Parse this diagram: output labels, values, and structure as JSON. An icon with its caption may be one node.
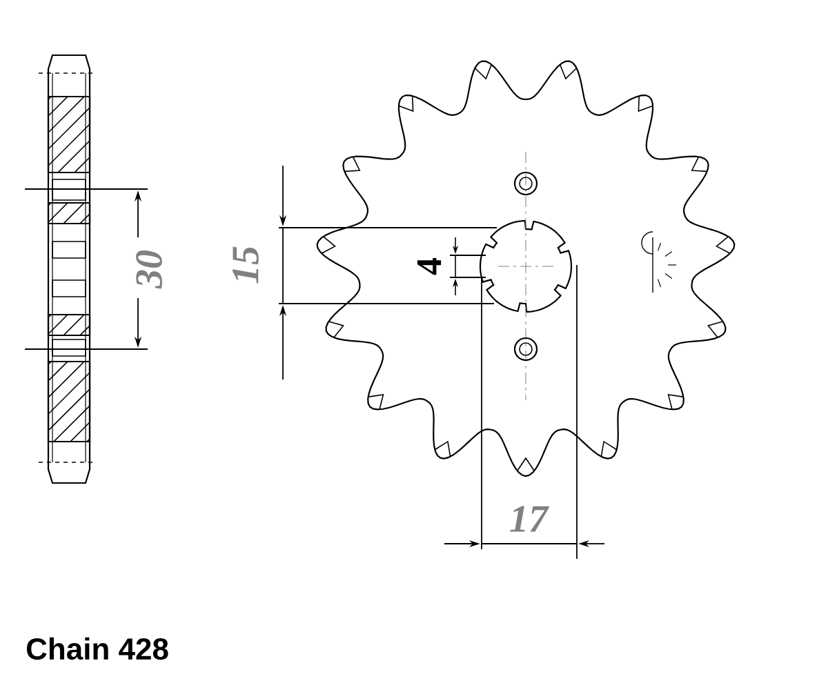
{
  "diagram": {
    "labels": [
      "30",
      "15",
      "4",
      "17",
      "Chain 428"
    ]
  }
}
